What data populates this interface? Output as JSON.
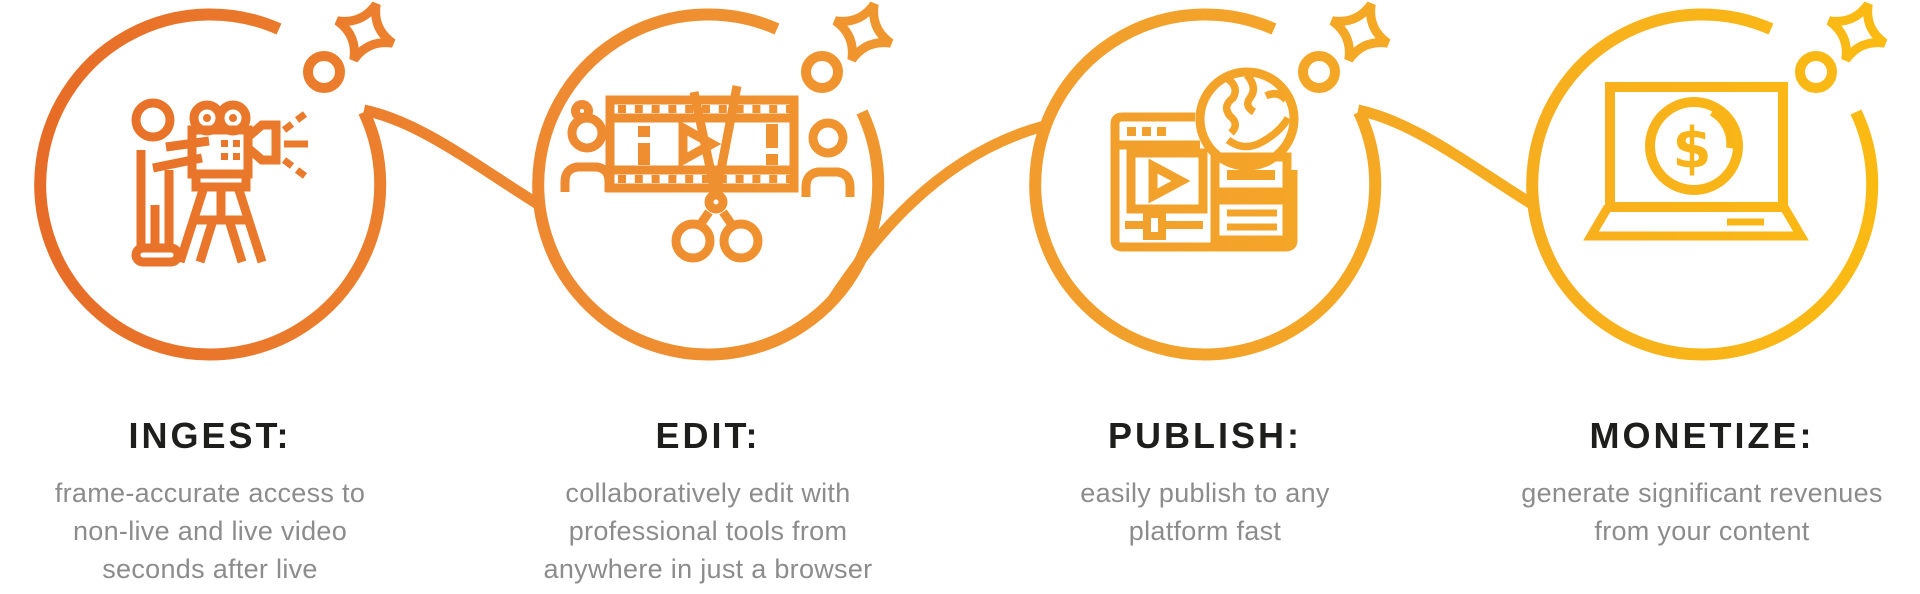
{
  "diagram": {
    "type": "workflow-process-infographic",
    "background": "#FFFFFF",
    "accent_gradient": {
      "start": "#E66A26",
      "mid1": "#EE8A31",
      "mid2": "#F2A02C",
      "end": "#FBBB12"
    },
    "title_color": "#1E1E1C",
    "description_color": "#8C8C8C",
    "steps": [
      {
        "title": "INGEST:",
        "description": "frame-accurate access to non-live and live video seconds after live",
        "icon": "camera-operator-icon"
      },
      {
        "title": "EDIT:",
        "description": "collaboratively edit with professional tools from anywhere in just a browser",
        "icon": "filmstrip-scissors-icon"
      },
      {
        "title": "PUBLISH:",
        "description": "easily publish to any platform fast",
        "icon": "browser-globe-icon"
      },
      {
        "title": "MONETIZE:",
        "description": "generate significant revenues from your content",
        "icon": "laptop-dollar-coin-icon",
        "icon_glyph": "$"
      }
    ]
  }
}
